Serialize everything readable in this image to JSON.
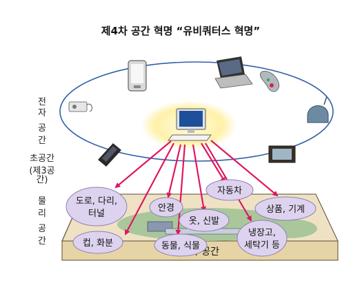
{
  "title": "제4차 공간 혁명 “유비쿼터스 혁명”",
  "side_labels": {
    "electronic": [
      "전",
      "자",
      "공",
      "간"
    ],
    "hyper": "초공간",
    "hyper_sub": "(제3공간)",
    "physical": [
      "물",
      "리",
      "공",
      "간"
    ]
  },
  "bubbles": {
    "road": [
      "도로, 다리,",
      "터널"
    ],
    "cup": "컵, 화분",
    "glasses": "안경",
    "clothes": "옷, 신발",
    "car": "자동차",
    "goods": "상품, 기계",
    "animals": "동물, 식물",
    "fridge": [
      "냉장고,",
      "세탁기 등"
    ]
  },
  "base_label": "전자 공간",
  "colors": {
    "arrow": "#e0155f",
    "bubble": "#ddd3ee",
    "bubble_stroke": "#8c7fb5",
    "board_top": "#efe2c4",
    "board_front": "#e6d4a6",
    "green": "#a9c79a",
    "glow": "#fff4b8"
  }
}
